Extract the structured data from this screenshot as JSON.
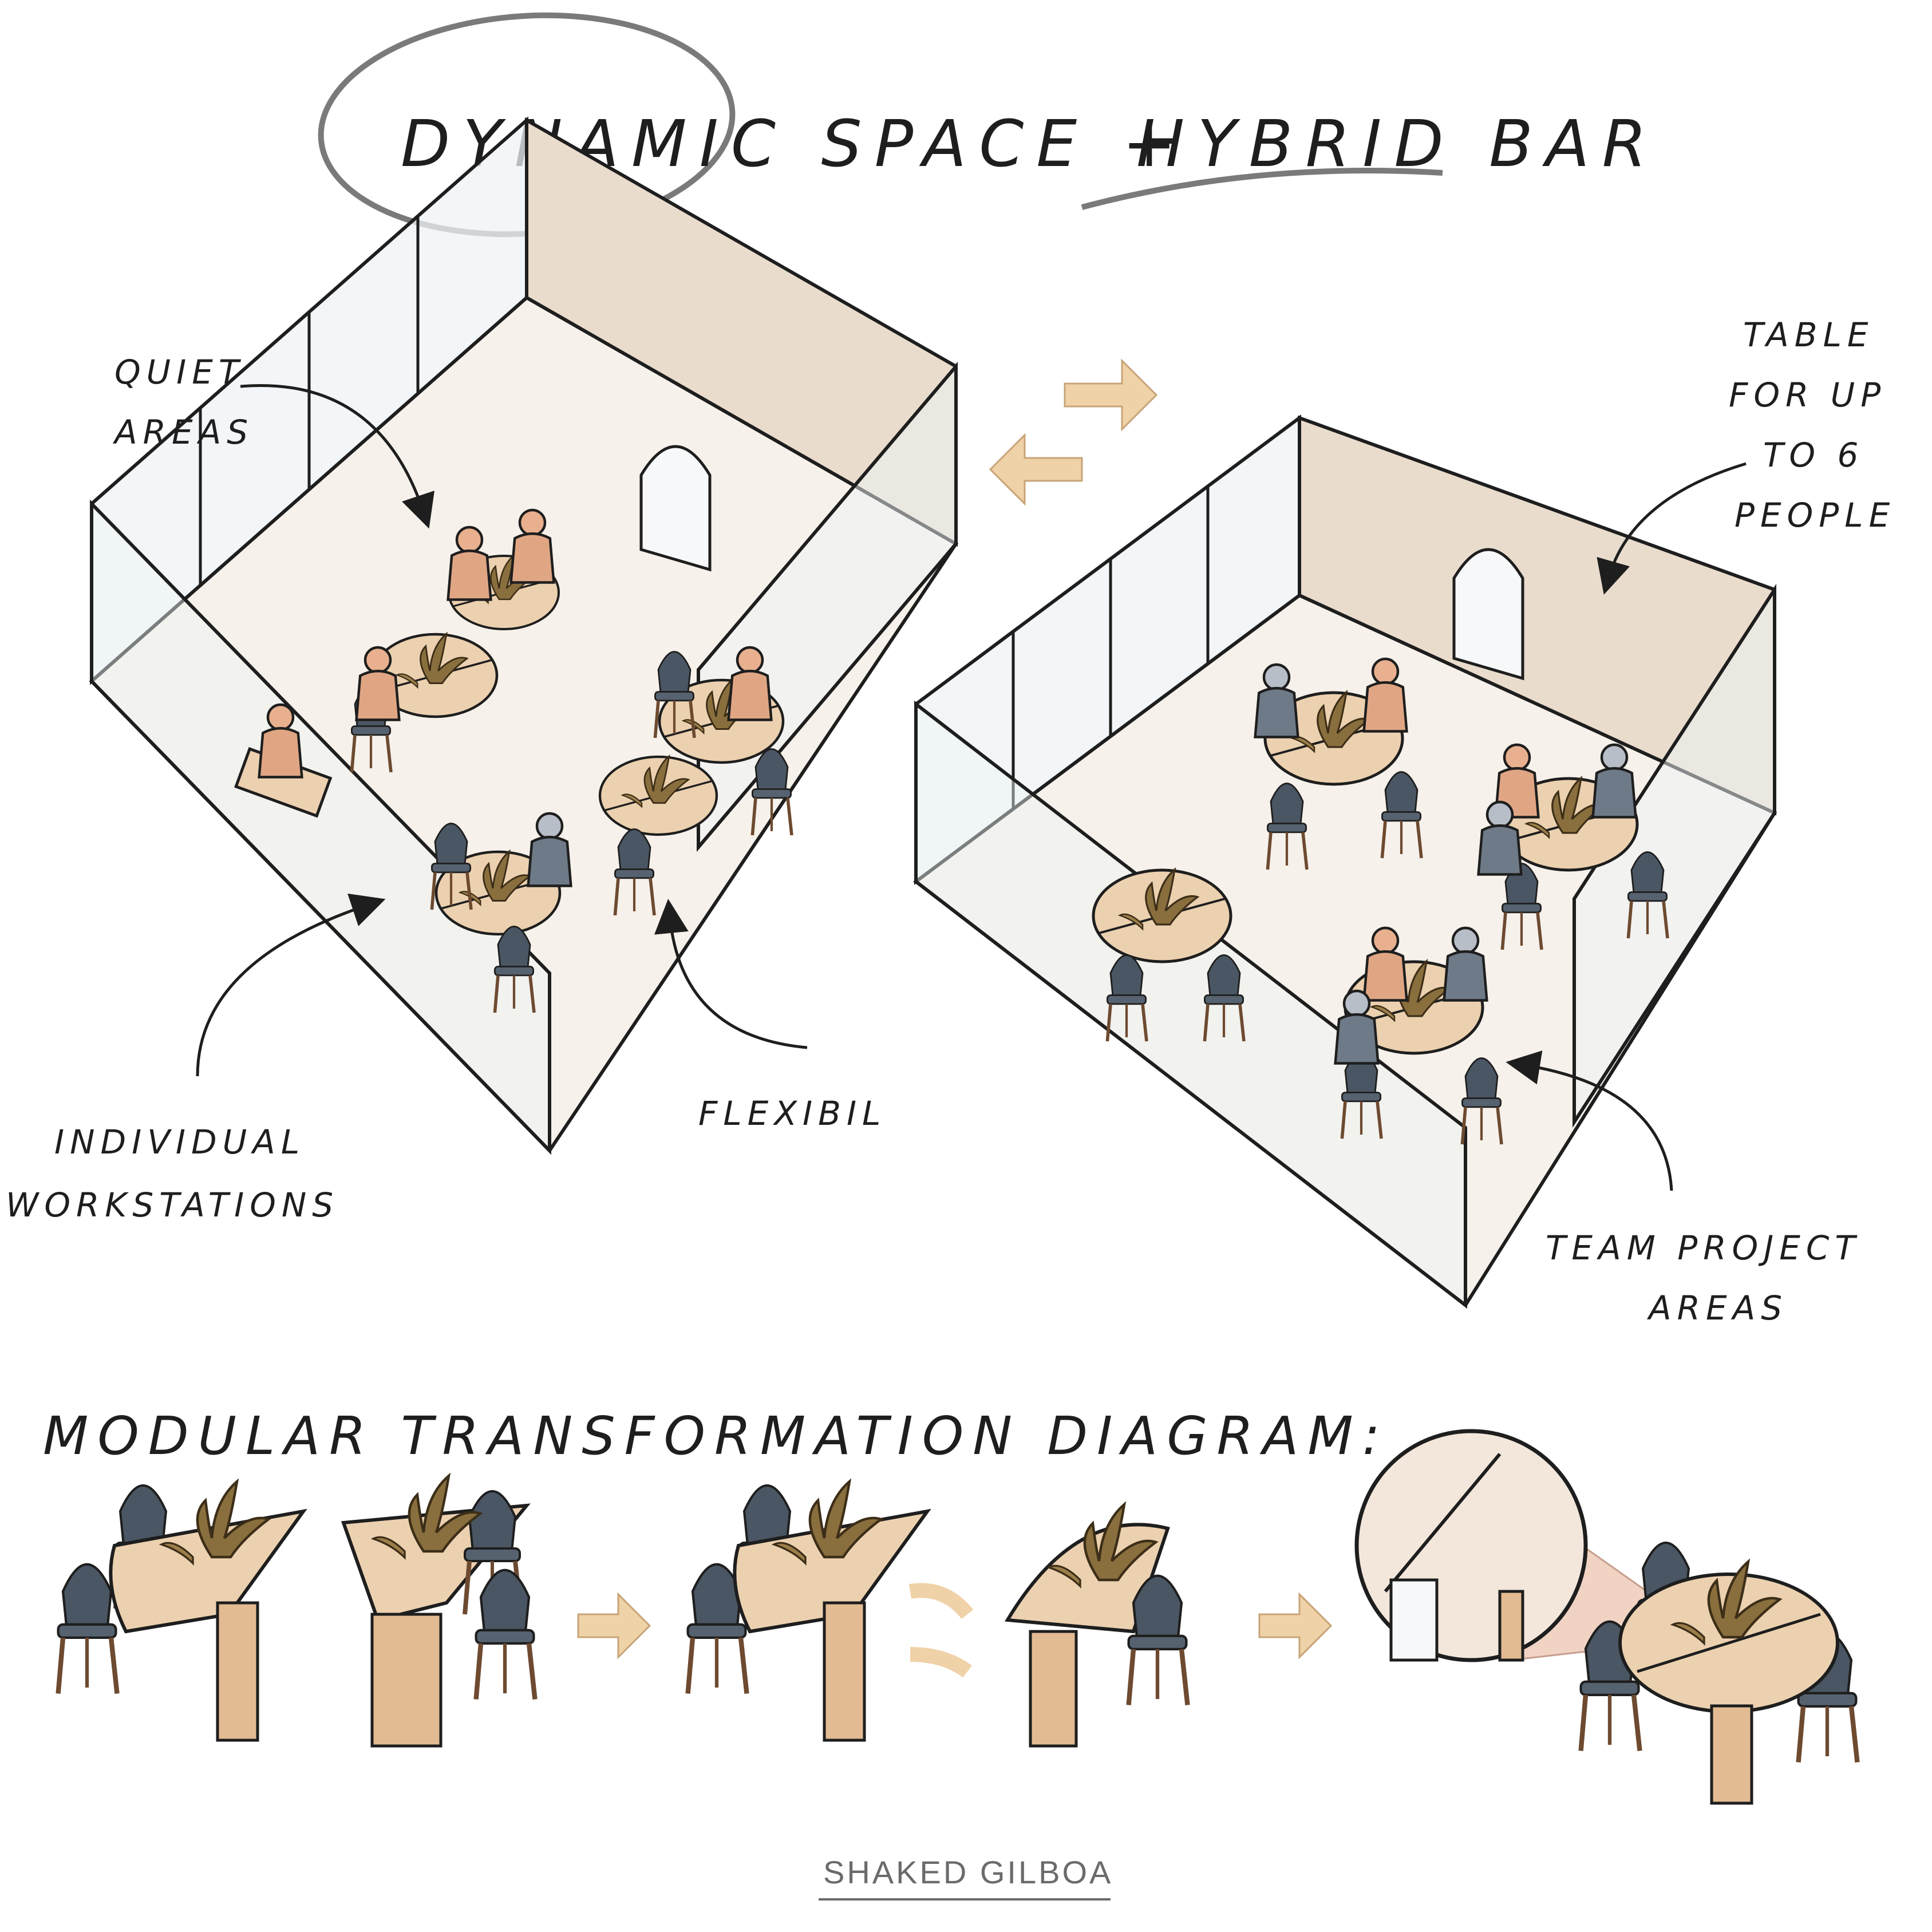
{
  "title": {
    "part1": "DYNAMIC SPACE +",
    "part2": "HYBRID BAR"
  },
  "left_plan": {
    "quiet_areas": [
      "QUIET",
      "AREAS"
    ],
    "individual_workstations": [
      "INDIVIDUAL",
      "WORKSTATIONS"
    ],
    "flexibil": "FLEXIBIL"
  },
  "right_plan": {
    "table_for_up_to_6": [
      "TABLE",
      "FOR UP",
      "TO 6",
      "PEOPLE"
    ],
    "team_project_areas": [
      "TEAM PROJECT",
      "AREAS"
    ]
  },
  "diagram": {
    "heading": "MODULAR TRANSFORMATION DIAGRAM:"
  },
  "signature": "SHAKED GILBOA",
  "colors": {
    "ink": "#1e1e1e",
    "wall": "#e9dccd",
    "floor": "#f6f1ea",
    "glass": "#eef3f5",
    "wood": "#e9c9a4",
    "wood_dark": "#c99c6e",
    "chair": "#4a5663",
    "plant": "#8a6f3e",
    "arrow": "#f0d2a8",
    "skin": "#e8b08e",
    "person_grey": "#7c8694"
  }
}
